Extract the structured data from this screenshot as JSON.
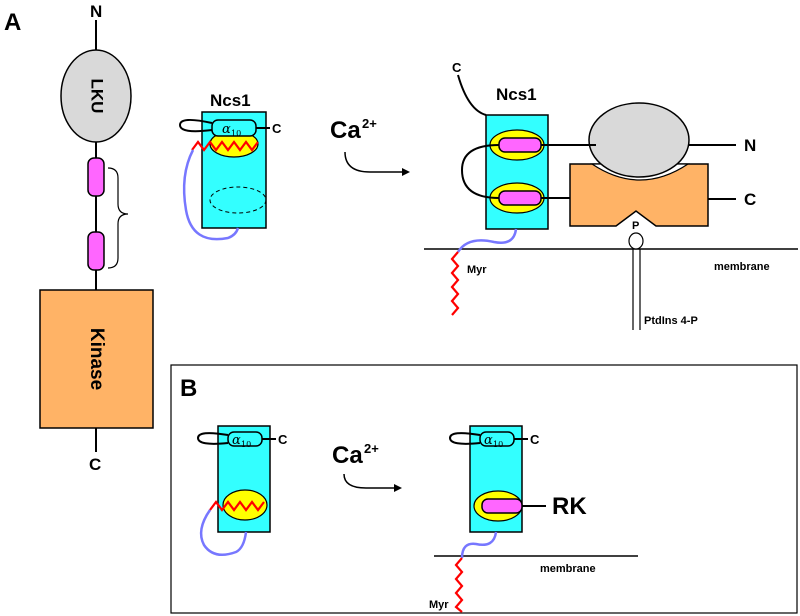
{
  "panels": {
    "a_label": "A",
    "b_label": "B"
  },
  "domain_diagram": {
    "n_term": "N",
    "c_term": "C",
    "lku_label": "LKU",
    "kinase_label": "Kinase"
  },
  "panel_a": {
    "ncs1_left_title": "Ncs1",
    "ncs1_right_title": "Ncs1",
    "ca_label": "Ca",
    "ca_superscript": "2+",
    "helix_label": "α",
    "helix_subscript": "10",
    "c_terminal_small": "C",
    "c_terminal_top": "C",
    "complex_n_label": "N",
    "complex_c_label": "C",
    "phospho_label": "P",
    "myr_label": "Myr",
    "membrane_label": "membrane",
    "lipid_label": "PtdIns 4-P"
  },
  "panel_b": {
    "ca_label": "Ca",
    "ca_superscript": "2+",
    "helix_label_left": "α",
    "helix_subscript_left": "10",
    "helix_label_right": "α",
    "helix_subscript_right": "10",
    "c_left": "C",
    "c_right": "C",
    "rk_label": "RK",
    "membrane_label": "membrane",
    "myr_label": "Myr"
  },
  "colors": {
    "cyan_box": "#33ffff",
    "magenta_helix": "#ff66ff",
    "yellow_pocket": "#ffff00",
    "orange_kinase": "#ffb366",
    "grey_lku": "#d9d9d9",
    "myr_red": "#ff0000",
    "linker_blue": "#7777ff"
  }
}
